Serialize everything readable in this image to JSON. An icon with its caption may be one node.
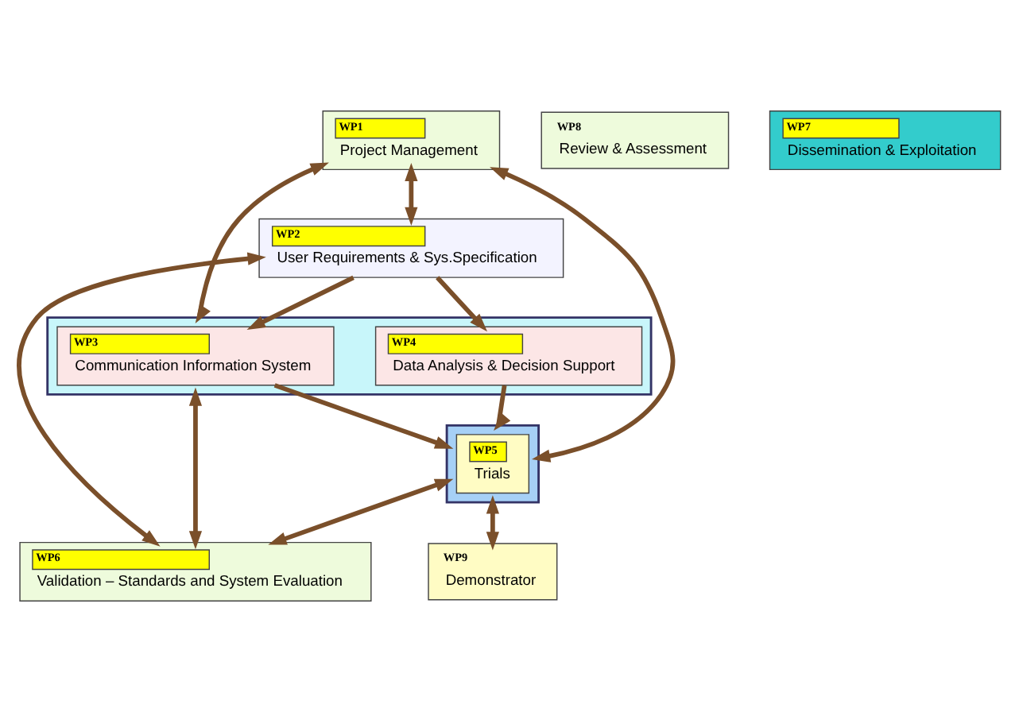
{
  "diagram": {
    "nodes": [
      {
        "text": [
          "WP1",
          "Project Management"
        ]
      },
      {
        "text": [
          "WP8",
          "Review & Assessment"
        ]
      },
      {
        "text": [
          "WP2",
          "User Requirements & Sys.Specification"
        ]
      },
      {
        "text": [
          "WP6",
          "Validation – Standards and System Evaluation"
        ]
      },
      {
        "text": [],
        "shape": "box"
      },
      {
        "text": [
          "WP3",
          "Communication Information System"
        ],
        "in": 4
      },
      {
        "text": [
          "WP4",
          "Data Analysis & Decision Support"
        ],
        "in": 4
      },
      {
        "text": [],
        "shape": "box"
      },
      {
        "text": [
          "WP5",
          "Trials"
        ],
        "in": 7
      },
      {
        "text": [
          "WP9",
          "Demonstrator"
        ]
      },
      {
        "text": [
          "WP7",
          "Dissemination & Exploitation"
        ]
      }
    ],
    "edges": [
      {
        "from": 0,
        "to": 2,
        "arrow": "both"
      },
      {
        "from": 2,
        "to": 3,
        "arrow": "both"
      },
      {
        "from": 2,
        "to": 5,
        "arrow": "to"
      },
      {
        "from": 2,
        "to": 6,
        "arrow": "to"
      },
      {
        "from": 0,
        "to": 4,
        "arrow": "both"
      },
      {
        "from": 4,
        "to": 3,
        "arrow": "both"
      },
      {
        "from": 5,
        "to": 7,
        "arrow": "to"
      },
      {
        "from": 6,
        "to": 7,
        "arrow": "to"
      },
      {
        "from": 0,
        "to": 7,
        "arrow": "both"
      },
      {
        "from": 7,
        "to": 3,
        "arrow": "both"
      },
      {
        "from": 7,
        "to": 9,
        "arrow": "both"
      }
    ]
  }
}
